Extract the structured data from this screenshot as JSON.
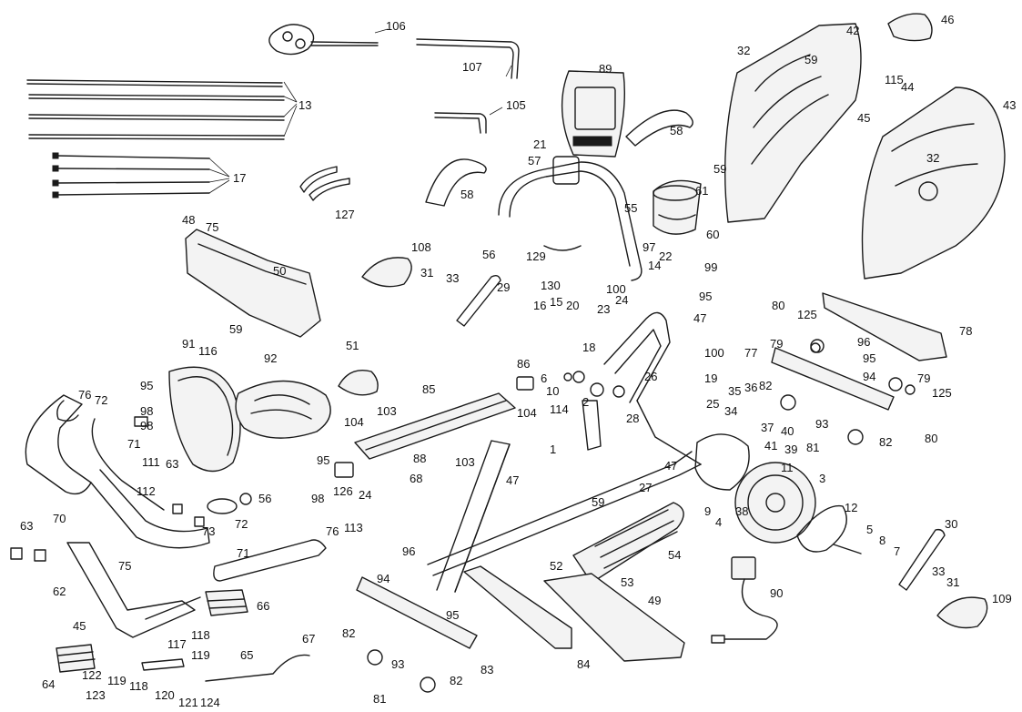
{
  "diagram": {
    "labels": [
      "106",
      "107",
      "105",
      "13",
      "17",
      "127",
      "89",
      "21",
      "57",
      "58",
      "58",
      "55",
      "56",
      "129",
      "130",
      "32",
      "42",
      "59",
      "59",
      "46",
      "115",
      "44",
      "45",
      "43",
      "32",
      "61",
      "60",
      "97",
      "14",
      "22",
      "99",
      "95",
      "48",
      "75",
      "50",
      "59",
      "116",
      "108",
      "31",
      "33",
      "29",
      "16",
      "15",
      "20",
      "23",
      "24",
      "100",
      "47",
      "100",
      "18",
      "19",
      "6",
      "10",
      "114",
      "2",
      "26",
      "28",
      "25",
      "1",
      "27",
      "47",
      "80",
      "125",
      "79",
      "96",
      "95",
      "94",
      "77",
      "82",
      "36",
      "35",
      "34",
      "37",
      "40",
      "41",
      "39",
      "11",
      "38",
      "9",
      "4",
      "3",
      "79",
      "125",
      "93",
      "81",
      "82",
      "80",
      "78",
      "91",
      "95",
      "98",
      "92",
      "51",
      "86",
      "85",
      "104",
      "103",
      "104",
      "103",
      "72",
      "71",
      "70",
      "76",
      "111",
      "112",
      "63",
      "98",
      "56",
      "95",
      "98",
      "126",
      "88",
      "68",
      "24",
      "113",
      "73",
      "72",
      "71",
      "76",
      "75",
      "63",
      "62",
      "66",
      "45",
      "117",
      "118",
      "119",
      "122",
      "123",
      "119",
      "118",
      "120",
      "121",
      "124",
      "64",
      "65",
      "67",
      "96",
      "94",
      "95",
      "82",
      "93",
      "82",
      "81",
      "83",
      "84",
      "49",
      "54",
      "53",
      "52",
      "59",
      "47",
      "12",
      "5",
      "8",
      "7",
      "90",
      "30",
      "33",
      "31",
      "109"
    ]
  }
}
